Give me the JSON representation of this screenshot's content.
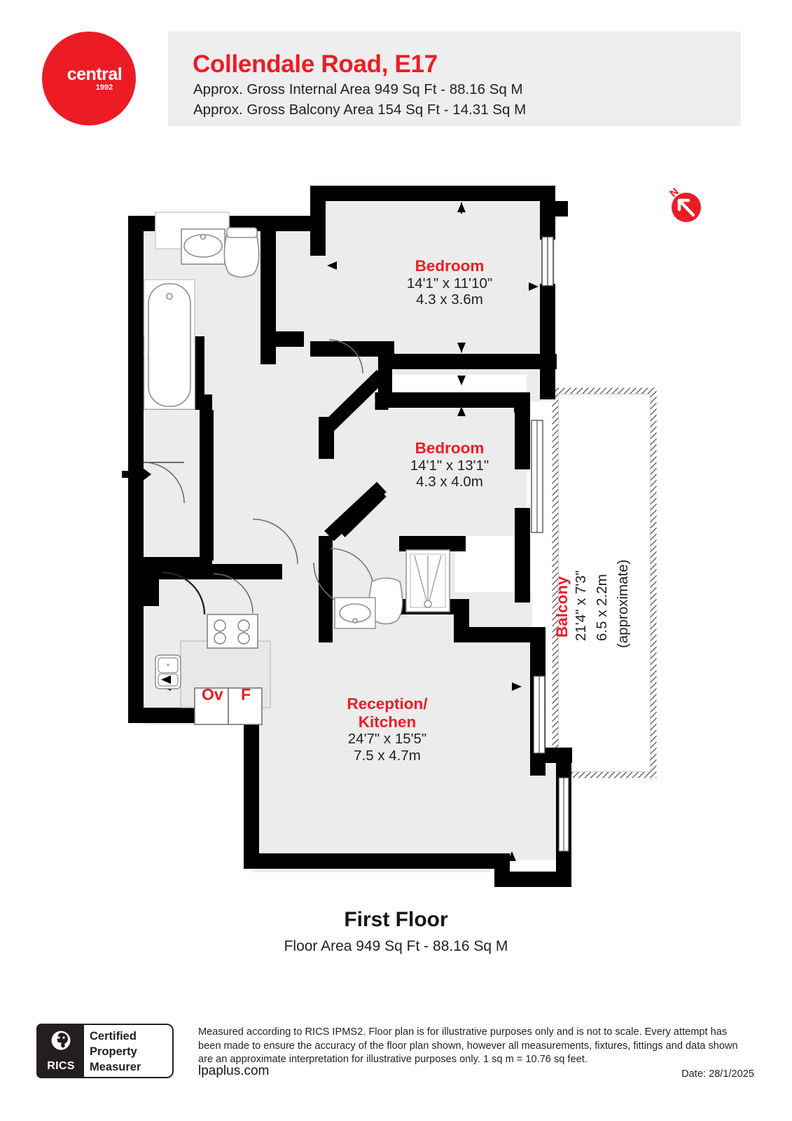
{
  "brand": {
    "logo_word": "central",
    "logo_year": "1992",
    "logo_color": "#ed1c24"
  },
  "header": {
    "title": "Collendale Road, E17",
    "internal_area_line": "Approx. Gross Internal Area 949 Sq Ft - 88.16 Sq M",
    "balcony_area_line": "Approx. Gross Balcony Area 154 Sq Ft - 14.31 Sq M",
    "band_color": "#eeeeee",
    "title_color": "#ed1c24"
  },
  "compass": {
    "label": "N"
  },
  "rooms": [
    {
      "name": "Bedroom",
      "imperial": "14'1\" x 11'10\"",
      "metric": "4.3 x 3.6m"
    },
    {
      "name": "Bedroom",
      "imperial": "14'1\" x 13'1\"",
      "metric": "4.3 x 4.0m"
    },
    {
      "name_line1": "Reception/",
      "name_line2": "Kitchen",
      "imperial": "24'7\" x 15'5\"",
      "metric": "7.5 x 4.7m"
    },
    {
      "name": "Balcony",
      "imperial": "21'4\" x 7'3\"",
      "metric": "6.5 x 2.2m",
      "note": "(approximate)"
    }
  ],
  "appliances": [
    {
      "label": "Ov"
    },
    {
      "label": "F"
    }
  ],
  "floor": {
    "title": "First Floor",
    "area": "Floor Area 949 Sq Ft - 88.16 Sq M"
  },
  "certification": {
    "brand": "RICS",
    "line1": "Certified",
    "line2": "Property",
    "line3": "Measurer"
  },
  "footer": {
    "disclaimer": "Measured according to RICS IPMS2. Floor plan is for illustrative purposes only and is not to scale. Every attempt has been made to ensure the accuracy of the floor plan shown, however all measurements, fixtures, fittings and data shown are an approximate interpretation for illustrative purposes only. 1 sq m = 10.76 sq feet.",
    "website": "lpaplus.com",
    "date": "Date: 28/1/2025"
  },
  "colors": {
    "wall": "#000000",
    "room_fill": "#ececec",
    "accent_red": "#ed1c24",
    "text_dark": "#231f20"
  }
}
